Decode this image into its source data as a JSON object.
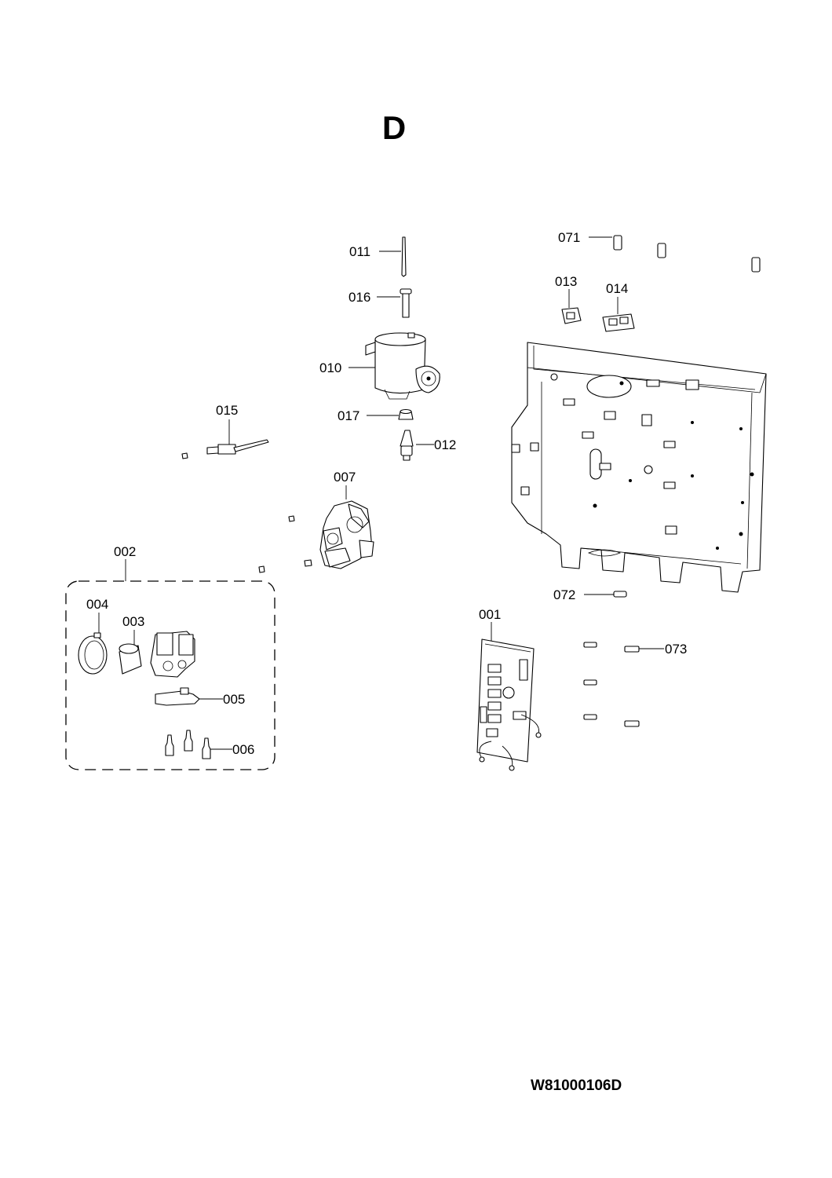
{
  "section_letter": "D",
  "drawing_code": "W81000106D",
  "part_labels": {
    "p001": "001",
    "p002": "002",
    "p003": "003",
    "p004": "004",
    "p005": "005",
    "p006": "006",
    "p007": "007",
    "p010": "010",
    "p011": "011",
    "p012": "012",
    "p013": "013",
    "p014": "014",
    "p015": "015",
    "p016": "016",
    "p017": "017",
    "p071": "071",
    "p072": "072",
    "p073": "073"
  }
}
